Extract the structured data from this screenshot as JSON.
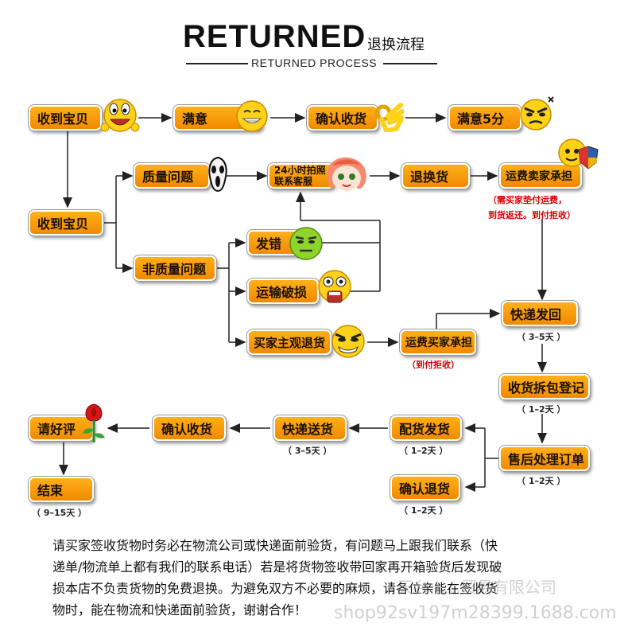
{
  "header": {
    "title": "RETURNED",
    "title_cn": "退换流程",
    "subtitle": "RETURNED PROCESS"
  },
  "nodes": {
    "receive1": "收到宝贝",
    "satisfied": "满意",
    "confirm_receipt_top": "确认收货",
    "five_star": "满意5分",
    "receive2": "收到宝贝",
    "quality_issue": "质量问题",
    "photo_line1": "24小时拍照",
    "photo_line2": "联系客服",
    "return_exchange": "退换货",
    "seller_ship_top": "运费卖家承担",
    "non_quality": "非质量问题",
    "wrong_item": "发错",
    "transit_damage": "运输破损",
    "buyer_return": "买家主观退货",
    "buyer_ship": "运费买家承担",
    "express_back": "快递发回",
    "receive_register": "收货拆包登记",
    "after_sale": "售后处理订单",
    "confirm_return": "确认退货",
    "prepare_ship": "配货发货",
    "express_send": "快递送货",
    "confirm_receipt_bottom": "确认收货",
    "review": "请好评",
    "end": "结束"
  },
  "notes": {
    "seller_ship_note1": "（需买家垫付运费，",
    "seller_ship_note2": "到货返还。到付拒收）",
    "buyer_ship_note": "（到付拒收）",
    "express_back_days": "（ 3–5天 ）",
    "register_days": "（ 1–2天 ）",
    "after_sale_days": "（ 1–2天 ）",
    "confirm_return_days": "（ 1–2天 ）",
    "prepare_days": "（ 1–2天 ）",
    "express_send_days": "（ 3–5天 ）",
    "end_days": "（ 9–15天 ）"
  },
  "body_lines": [
    "请买家签收货物时务必在物流公司或快递面前验货，有问题马上跟我们联系（快",
    "递单/物流单上都有我们的联系电话）若是将货物签收带回家再开箱验货后发现破",
    "损本店不负责货物的免费退换。为避免双方不必要的麻烦，请各位亲能在签收货",
    "物时，能在物流和快递面前验货，谢谢合作！"
  ],
  "watermark": {
    "company": "天台……贸易有限公司",
    "url": "shop92sv197m28399.1688.com"
  },
  "colors": {
    "node_top": "#ffb019",
    "node_bottom": "#f08a00",
    "note_red": "#d80000",
    "emoji_yellow": "#ffd21a"
  },
  "icons": [
    "laughing-emoji-icon",
    "smile-emoji-icon",
    "ok-hand-icon",
    "angry-emoji-icon",
    "scream-mask-icon",
    "girl-face-icon",
    "shield-emoji-icon",
    "green-emoji-icon",
    "shocked-emoji-icon",
    "grimace-emoji-icon",
    "rose-icon"
  ]
}
